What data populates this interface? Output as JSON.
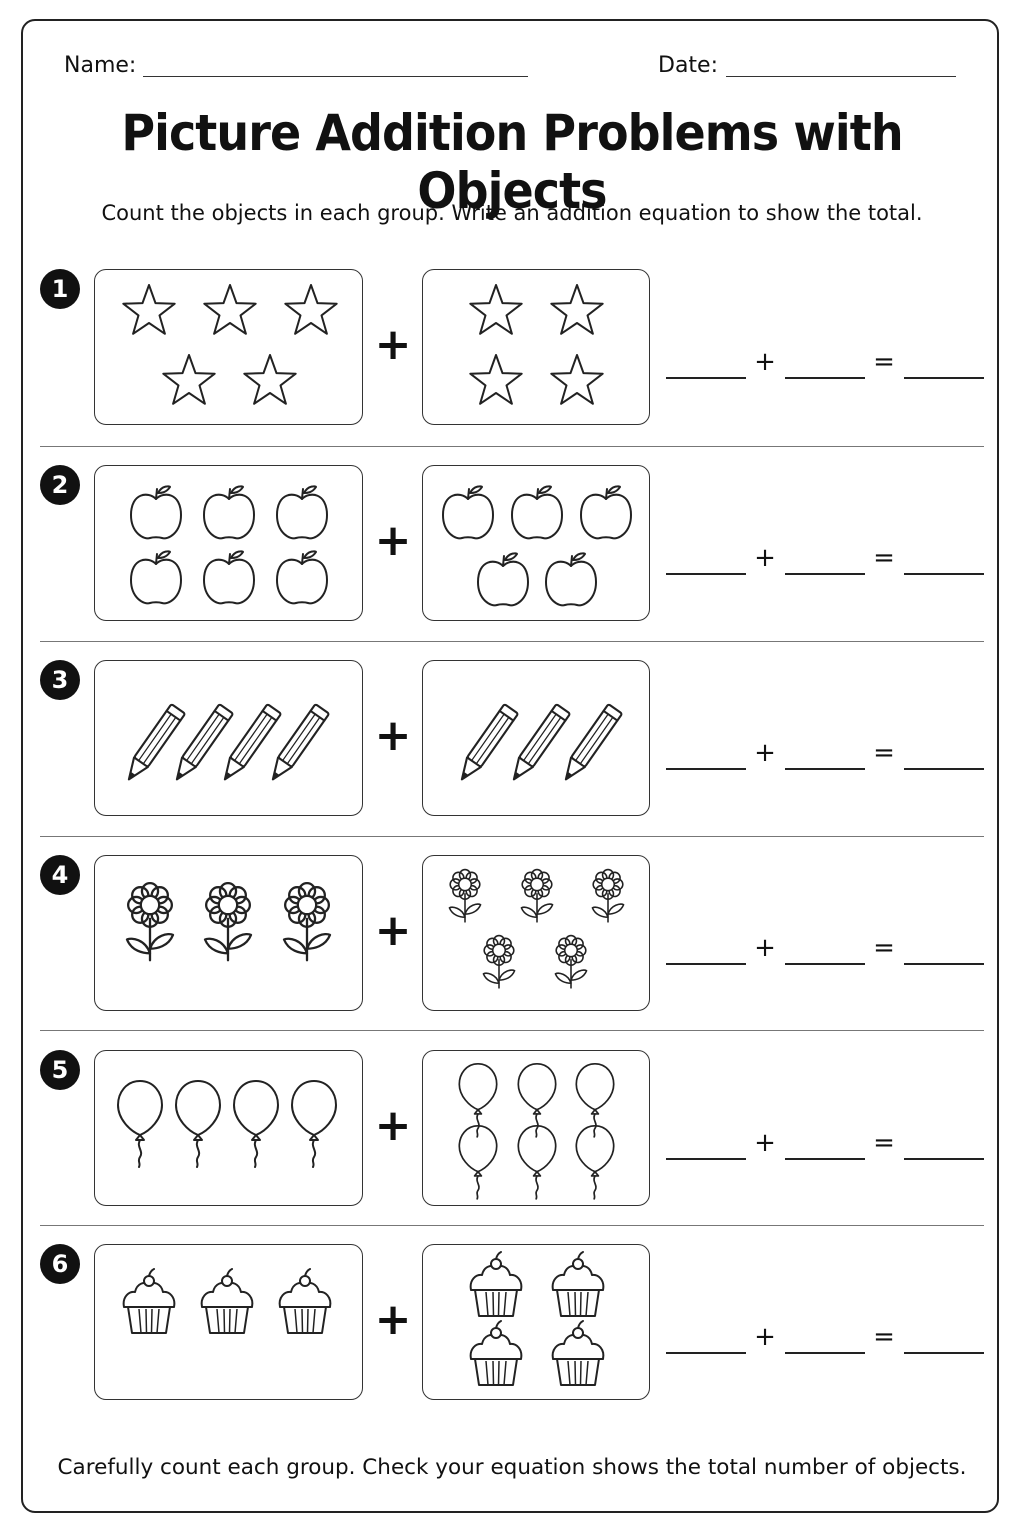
{
  "header": {
    "name_label": "Name:",
    "date_label": "Date:"
  },
  "title": "Picture Addition Problems with Objects",
  "instructions": "Count the objects in each group. Write an addition equation to show the total.",
  "plus_sign": "+",
  "equation": {
    "plus": "+",
    "equals": "="
  },
  "problems": [
    {
      "number": "1",
      "object": "star-icon",
      "left_count": 5,
      "right_count": 4
    },
    {
      "number": "2",
      "object": "apple-icon",
      "left_count": 6,
      "right_count": 5
    },
    {
      "number": "3",
      "object": "pencil-icon",
      "left_count": 4,
      "right_count": 3
    },
    {
      "number": "4",
      "object": "flower-icon",
      "left_count": 3,
      "right_count": 5
    },
    {
      "number": "5",
      "object": "balloon-icon",
      "left_count": 4,
      "right_count": 6
    },
    {
      "number": "6",
      "object": "cupcake-icon",
      "left_count": 3,
      "right_count": 4
    }
  ],
  "footer": "Carefully count each group. Check your equation shows the total number of objects."
}
